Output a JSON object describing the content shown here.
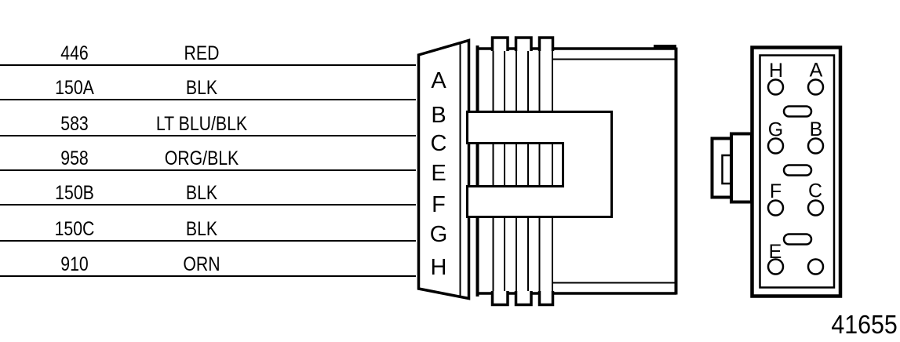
{
  "figure": {
    "number": "41655"
  },
  "wire_table": {
    "rows": [
      {
        "circuit": "446",
        "color": "RED"
      },
      {
        "circuit": "150A",
        "color": "BLK"
      },
      {
        "circuit": "583",
        "color": "LT BLU/BLK"
      },
      {
        "circuit": "958",
        "color": "ORG/BLK"
      },
      {
        "circuit": "150B",
        "color": "BLK"
      },
      {
        "circuit": "150C",
        "color": "BLK"
      },
      {
        "circuit": "910",
        "color": "ORN"
      }
    ]
  },
  "connector_side": {
    "pins": [
      "A",
      "B",
      "C",
      "E",
      "F",
      "G",
      "H"
    ]
  },
  "connector_face": {
    "pin_labels": [
      "H",
      "A",
      "G",
      "B",
      "F",
      "C",
      "E"
    ]
  },
  "palette": {
    "ink": "#000000",
    "paper": "#ffffff"
  }
}
